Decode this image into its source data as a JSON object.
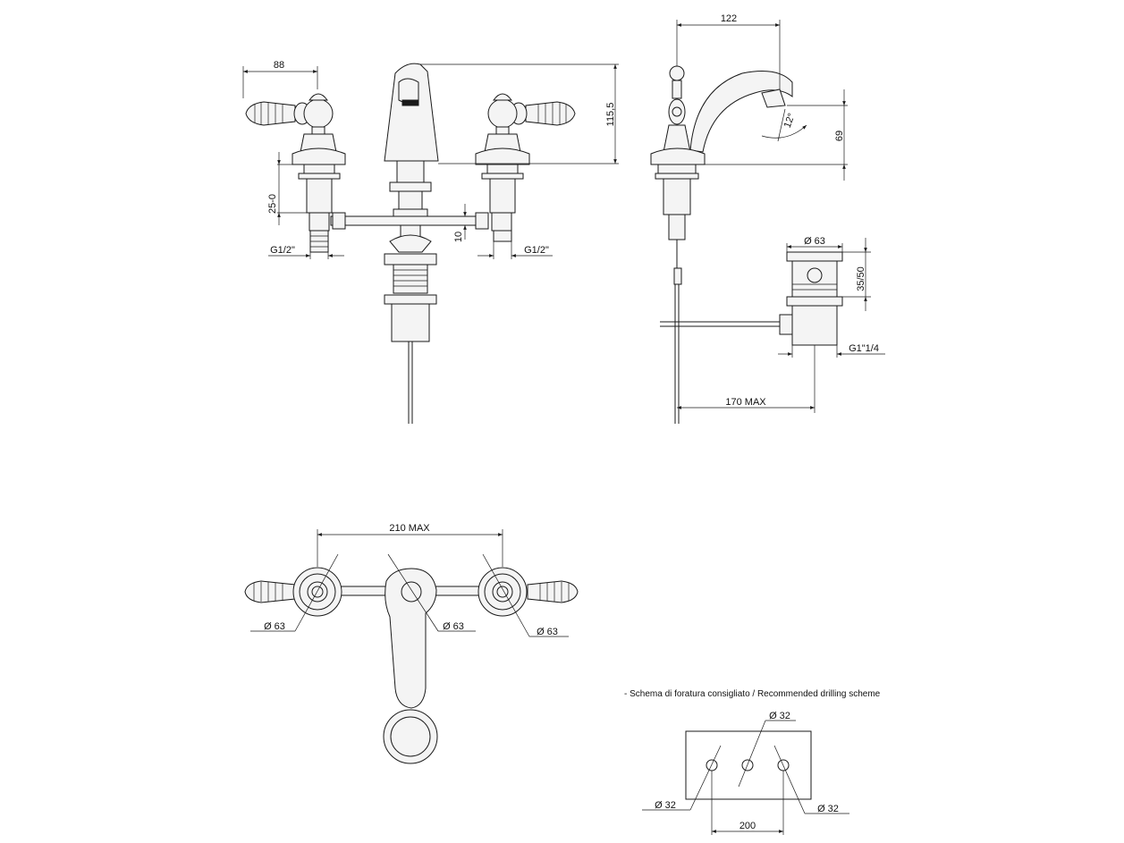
{
  "front_view": {
    "dim_width": "88",
    "dim_spout_height": "115,5",
    "dim_adjust": "25-0",
    "dim_spacing_small": "10",
    "thread_left": "G1/2\"",
    "thread_right": "G1/2\""
  },
  "side_view": {
    "dim_reach": "122",
    "dim_height": "69",
    "angle": "12°",
    "waste_diameter": "Ø 63",
    "waste_height": "35/50",
    "waste_thread": "G1\"1/4",
    "rod_length": "170 MAX"
  },
  "top_view": {
    "dim_spread": "210 MAX",
    "dia_left": "Ø 63",
    "dia_center": "Ø 63",
    "dia_right": "Ø 63"
  },
  "drilling_scheme": {
    "title": "- Schema di foratura consigliato / Recommended drilling scheme",
    "dia_top": "Ø 32",
    "dia_left": "Ø 32",
    "dia_right": "Ø 32",
    "spacing": "200"
  }
}
